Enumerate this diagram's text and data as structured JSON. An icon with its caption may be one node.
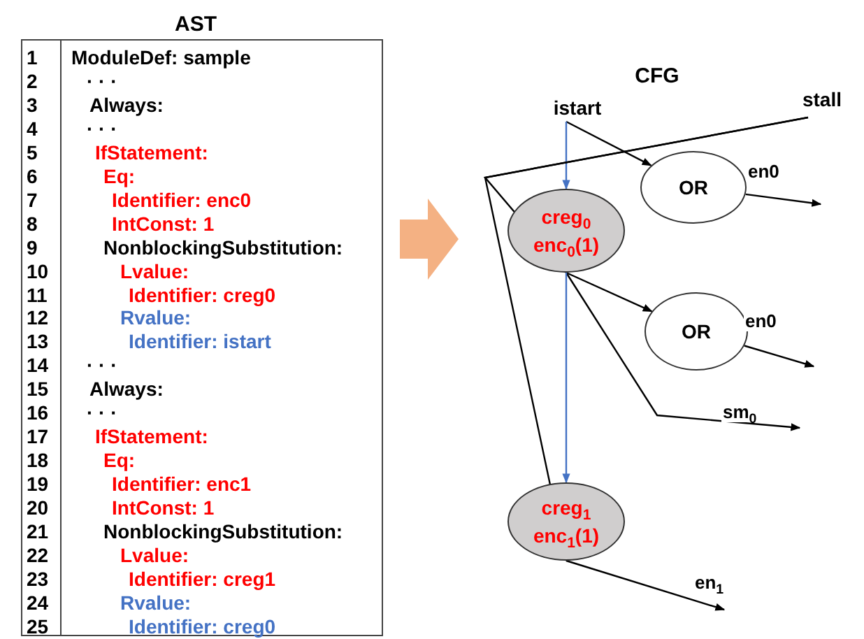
{
  "diagram": {
    "nodes": [
      {
        "text": [
          "1",
          "2",
          "3",
          "4",
          "5",
          "6",
          "7",
          "8",
          "9",
          "10",
          "11",
          "12",
          "13",
          "14",
          "15",
          "16",
          "17",
          "18",
          "19",
          "20",
          "21",
          "22",
          "23",
          "24",
          "25"
        ]
      },
      {
        "text": [
          "ModuleDef: sample",
          "· · ·",
          "Always:",
          "· · ·",
          "IfStatement:",
          "Eq:",
          "Identifier: enc0",
          "IntConst: 1",
          "NonblockingSubstitution:",
          "Lvalue:",
          "Identifier: creg0",
          "Rvalue:",
          "Identifier: istart",
          "· · ·",
          "Always:",
          "· · ·",
          "IfStatement:",
          "Eq:",
          "Identifier: enc1",
          "IntConst: 1",
          "NonblockingSubstitution:",
          "Lvalue:",
          "Identifier: creg1",
          "Rvalue:",
          "Identifier: creg0"
        ],
        "beside": [
          "AST"
        ]
      },
      {
        "text": [
          "istart"
        ]
      },
      {
        "text": [
          "stall"
        ]
      },
      {
        "text": [
          "OR"
        ]
      },
      {
        "text": [
          "creg$_{0}$",
          "enc$_{0}$(1)"
        ]
      },
      {
        "text": [
          "OR"
        ]
      },
      {
        "text": [
          "creg$_{1}$",
          "enc$_{1}$(1)"
        ]
      }
    ],
    "edges": [
      {
        "from": 1,
        "to": null,
        "arrow": "to",
        "style": "thick",
        "color": "#f4b183"
      },
      {
        "from": 2,
        "to": 4,
        "arrow": "to"
      },
      {
        "from": 2,
        "to": 5,
        "arrow": "to",
        "color": "#4472c4"
      },
      {
        "from": 3,
        "to": 5,
        "arrow": "to"
      },
      {
        "from": 3,
        "to": 7,
        "arrow": "to"
      },
      {
        "from": 4,
        "to": null,
        "arrow": "to",
        "label": "en0"
      },
      {
        "from": 5,
        "to": 6,
        "arrow": "to"
      },
      {
        "from": 5,
        "to": null,
        "arrow": "to",
        "label": "sm$_{0}$"
      },
      {
        "from": 5,
        "to": 7,
        "arrow": "to",
        "color": "#4472c4"
      },
      {
        "from": 6,
        "to": null,
        "arrow": "to",
        "label": "en0"
      },
      {
        "from": 7,
        "to": null,
        "arrow": "to",
        "label": "en$_{1}$"
      }
    ],
    "labels": [
      "CFG"
    ]
  }
}
